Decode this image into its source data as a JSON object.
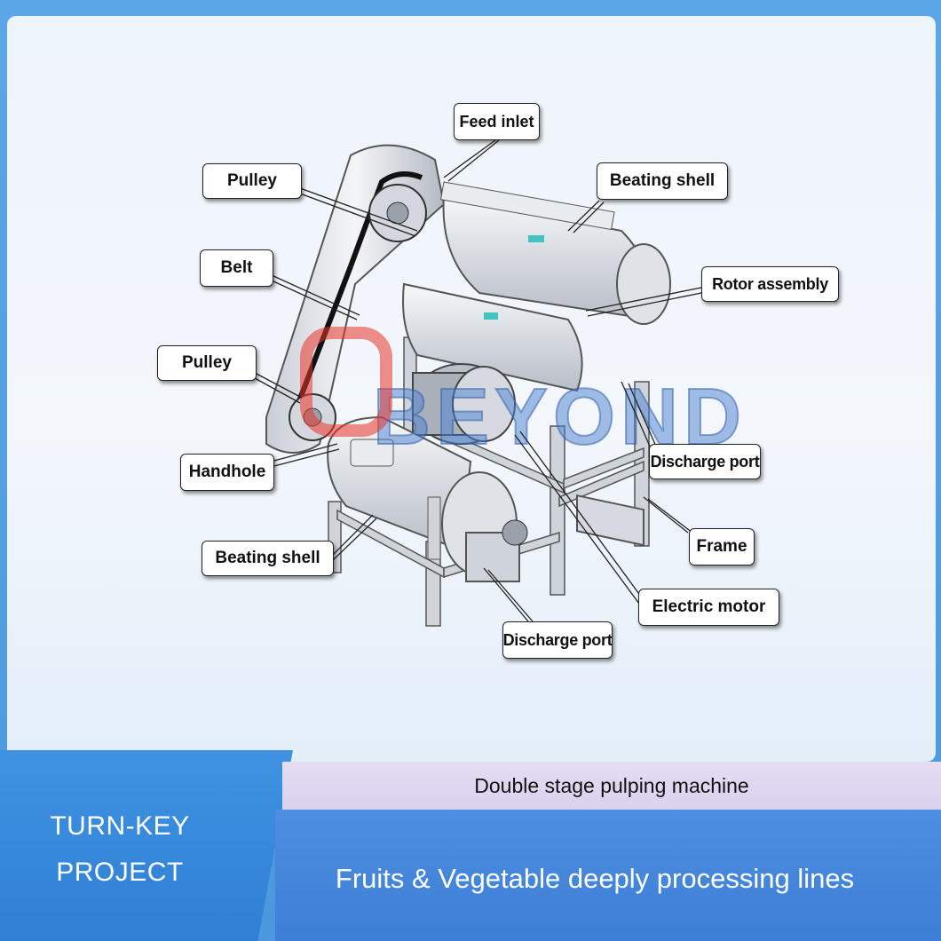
{
  "labels": {
    "feed_inlet": "Feed inlet",
    "pulley_top": "Pulley",
    "beating_shell_top": "Beating shell",
    "belt": "Belt",
    "rotor_assembly": "Rotor assembly",
    "pulley_bottom": "Pulley",
    "discharge_port_right": "Discharge port",
    "handhole": "Handhole",
    "frame": "Frame",
    "beating_shell_bottom": "Beating shell",
    "electric_motor": "Electric motor",
    "discharge_port_bottom": "Discharge port"
  },
  "watermark": "BEYOND",
  "bottom": {
    "turnkey": "TURN-KEY PROJECT",
    "subtitle": "Double stage pulping machine",
    "tagline": "Fruits & Vegetable deeply processing lines"
  },
  "colors": {
    "banner_blue": "#3f93e2",
    "subtitle_band": "#e0d8f1",
    "accent_teal": "#3fc6c0"
  }
}
